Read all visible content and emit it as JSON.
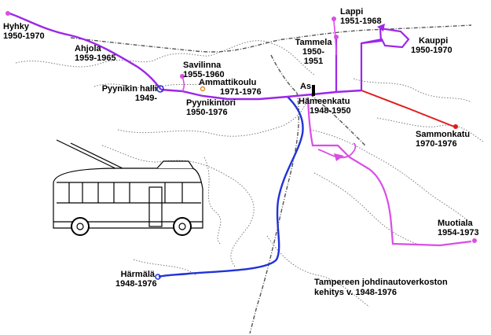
{
  "map": {
    "caption_line1": "Tampereen johdinautoverkoston",
    "caption_line2": "kehitys v. 1948-1976",
    "colors": {
      "purple": "#9c27e8",
      "magenta": "#d94ee6",
      "blue": "#2233d6",
      "red": "#e01b1b",
      "shore": "#7a7a7a",
      "rail": "#555555"
    },
    "stops": {
      "hyhky": {
        "name": "Hyhky",
        "years": "1950-1970"
      },
      "ahjola": {
        "name": "Ahjola",
        "years": "1959-1965"
      },
      "pyynikin_halli": {
        "name": "Pyynikin halli",
        "years": "1949-"
      },
      "savilinna": {
        "name": "Savilinna",
        "years": "1955-1960"
      },
      "ammattikoulu": {
        "name": "Ammattikoulu",
        "years": "1971-1976"
      },
      "pyynikintori": {
        "name": "Pyynikintori",
        "years": "1950-1976"
      },
      "lappi": {
        "name": "Lappi",
        "years": "1951-1968"
      },
      "tammela": {
        "name": "Tammela",
        "years1": "1950-",
        "years2": "1951"
      },
      "kauppi": {
        "name": "Kauppi",
        "years": "1950-1970"
      },
      "as": {
        "name": "As"
      },
      "hameenkatu": {
        "name": "Hämeenkatu",
        "years": "1948-1950"
      },
      "sammonkatu": {
        "name": "Sammonkatu",
        "years": "1970-1976"
      },
      "muotiala": {
        "name": "Muotiala",
        "years": "1954-1973"
      },
      "harmala": {
        "name": "Härmälä",
        "years": "1948-1976"
      }
    }
  }
}
